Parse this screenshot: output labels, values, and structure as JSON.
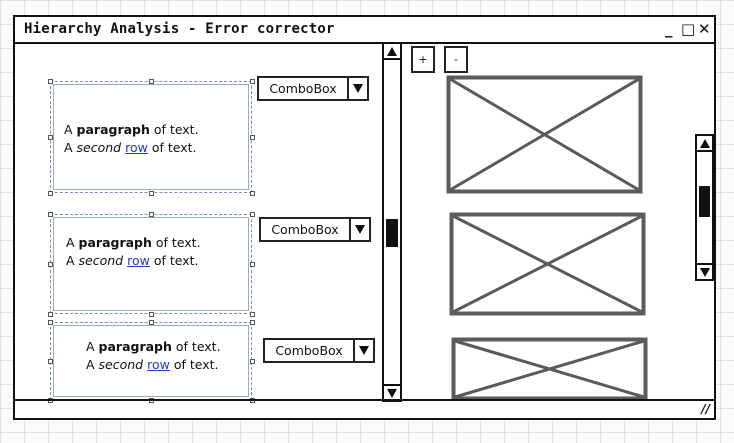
{
  "window": {
    "title": "Hierarchy Analysis - Error corrector",
    "minimize_glyph": "_",
    "maximize_glyph": "□",
    "close_glyph": "✕",
    "resize_glyph": "//"
  },
  "panels": [
    {
      "para_prefix": "A ",
      "para_bold": "paragraph",
      "para_suffix": " of text.",
      "line2_prefix": "A ",
      "line2_italic": "second",
      "line2_link": "row",
      "line2_suffix": " of text.",
      "combo_value": "ComboBox"
    },
    {
      "para_prefix": "A ",
      "para_bold": "paragraph",
      "para_suffix": " of text.",
      "line2_prefix": "A ",
      "line2_italic": "second",
      "line2_link": "row",
      "line2_suffix": " of text.",
      "combo_value": "ComboBox"
    },
    {
      "para_prefix": "A ",
      "para_bold": "paragraph",
      "para_suffix": " of text.",
      "line2_prefix": "A ",
      "line2_italic": "second",
      "line2_link": "row",
      "line2_suffix": " of text.",
      "combo_value": "ComboBox"
    }
  ],
  "zoom": {
    "plus_label": "+",
    "minus_label": "-"
  },
  "icons": {
    "scroll_up": "triangle-up-icon",
    "scroll_down": "triangle-down-icon",
    "dropdown": "triangle-down-icon",
    "image": "image-placeholder-icon"
  },
  "colors": {
    "outline": "#111111",
    "placeholder_stroke": "#5b5b5b",
    "link": "#1a3cc8",
    "selection": "#7a8fb4"
  }
}
